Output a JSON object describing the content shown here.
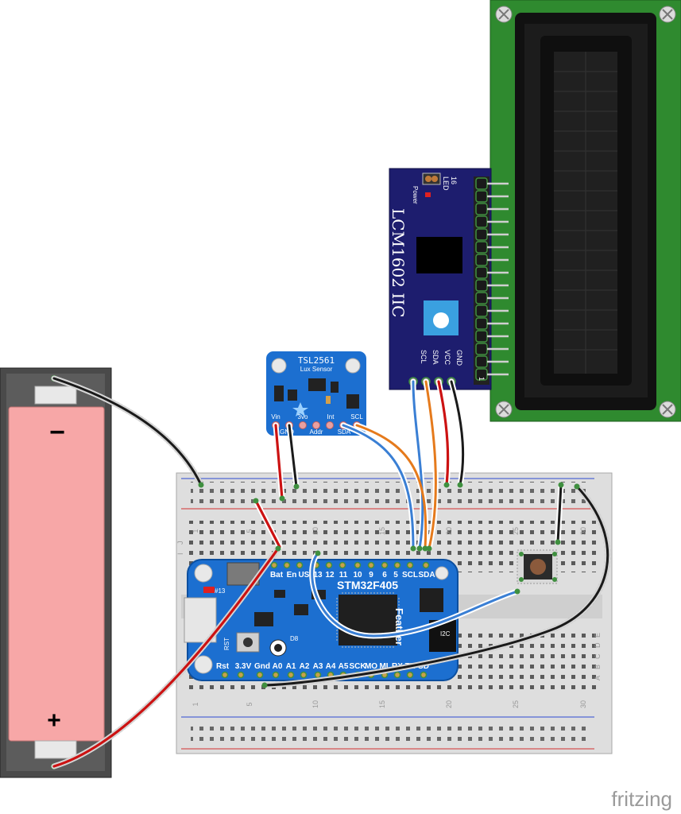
{
  "battery": {
    "minus_label": "−",
    "plus_label": "+"
  },
  "breadboard": {
    "col_labels_top": [
      "1",
      "5",
      "10",
      "15",
      "20",
      "25",
      "30"
    ],
    "col_labels_bottom": [
      "1",
      "5",
      "10",
      "15",
      "20",
      "25",
      "30"
    ],
    "row_labels_top": [
      "J",
      "I"
    ],
    "row_labels_bottom": [
      "E",
      "D",
      "C",
      "B",
      "A"
    ]
  },
  "feather": {
    "title": "STM32F405",
    "subtitle": "Feather",
    "top_pins": [
      "Bat",
      "En",
      "USB",
      "13",
      "12",
      "11",
      "10",
      "9",
      "6",
      "5",
      "SCL",
      "SDA"
    ],
    "bottom_pins": [
      "Rst",
      "3.3V",
      "Gnd",
      "A0",
      "A1",
      "A2",
      "A3",
      "A4",
      "A5",
      "SCK",
      "MO",
      "MI",
      "RX",
      "TX",
      "SD"
    ],
    "led_label": "#13",
    "rst_label": "RST",
    "d8_label": "D8",
    "i2c_label": "I2C"
  },
  "lux": {
    "title": "TSL2561",
    "subtitle": "Lux Sensor",
    "pins": [
      "Vin",
      "3vo",
      "Int",
      "SCL"
    ],
    "bottom_labels": [
      "GND",
      "Addr",
      "SDA"
    ]
  },
  "lcd_module": {
    "name": "LCM1602 IIC",
    "pins": [
      "SCL",
      "SDA",
      "VCC",
      "GND"
    ],
    "led_label": "LED",
    "power_label": "Power",
    "pin16": "16",
    "pin1": "1"
  },
  "watermark": "fritzing"
}
